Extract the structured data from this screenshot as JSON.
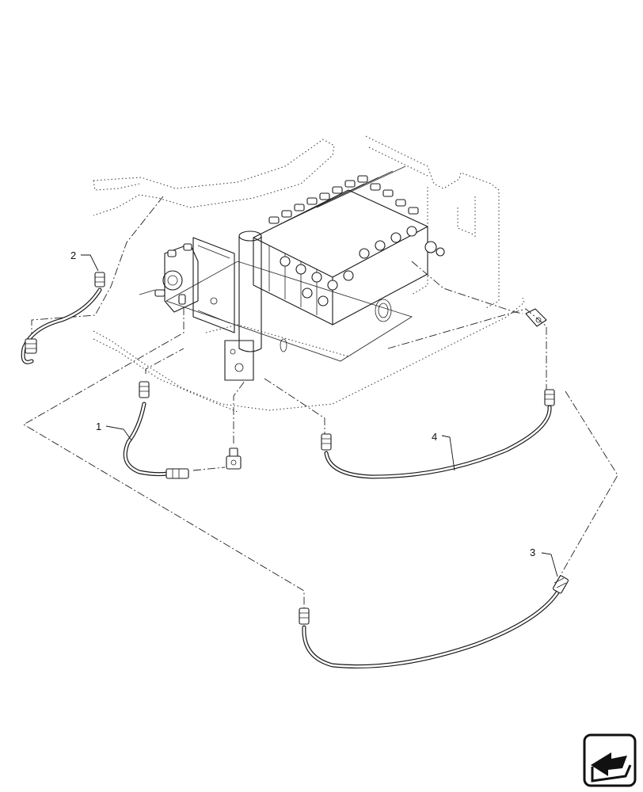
{
  "callouts": [
    {
      "id": "1",
      "text": "1"
    },
    {
      "id": "2",
      "text": "2"
    },
    {
      "id": "3",
      "text": "3"
    },
    {
      "id": "4",
      "text": "4"
    }
  ],
  "nav": {
    "icon": "page-navigation-arrow-icon"
  }
}
